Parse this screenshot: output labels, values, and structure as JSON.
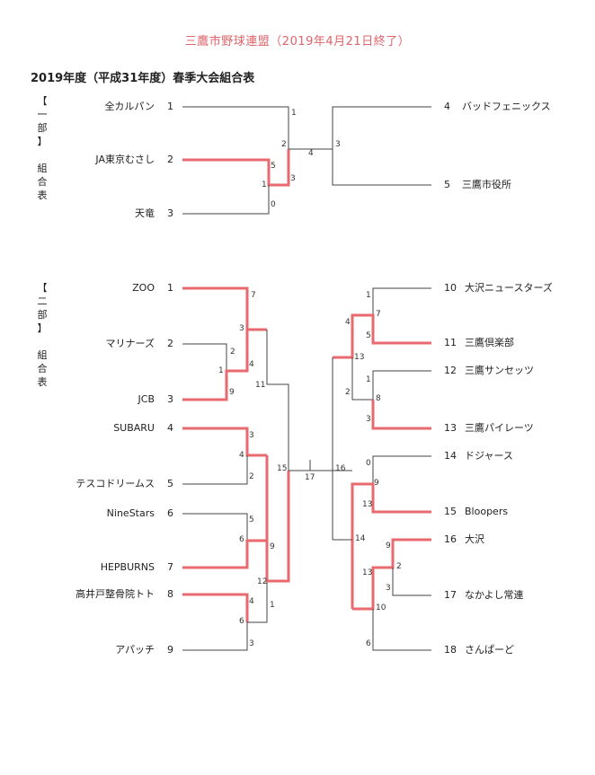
{
  "title": "三鷹市野球連盟（2019年4月21日終了）",
  "subtitle": "2019年度（平成31年度）春季大会組合表",
  "highlight_color": "#e86a6f",
  "div1": {
    "vlabel": [
      "【",
      "一",
      "部",
      "】",
      "",
      "組",
      "合",
      "表"
    ],
    "teams_left": [
      {
        "name": "全カルパン",
        "seed": "1"
      },
      {
        "name": "JA東京むさし",
        "seed": "2"
      },
      {
        "name": "天竜",
        "seed": "3"
      }
    ],
    "teams_right": [
      {
        "name": "バッドフェニックス",
        "seed": "4"
      },
      {
        "name": "三鷹市役所",
        "seed": "5"
      }
    ],
    "scores": [
      "1",
      "2",
      "5",
      "1",
      "3",
      "0",
      "4",
      "3"
    ]
  },
  "div2": {
    "vlabel": [
      "【",
      "二",
      "部",
      "】",
      "",
      "組",
      "合",
      "表"
    ],
    "teams_left": [
      {
        "name": "ZOO",
        "seed": "1"
      },
      {
        "name": "マリナーズ",
        "seed": "2"
      },
      {
        "name": "JCB",
        "seed": "3"
      },
      {
        "name": "SUBARU",
        "seed": "4"
      },
      {
        "name": "テスコドリームス",
        "seed": "5"
      },
      {
        "name": "NineStars",
        "seed": "6"
      },
      {
        "name": "HEPBURNS",
        "seed": "7"
      },
      {
        "name": "高井戸整骨院トト",
        "seed": "8"
      },
      {
        "name": "アパッチ",
        "seed": "9"
      }
    ],
    "teams_right": [
      {
        "name": "大沢ニュースターズ",
        "seed": "10"
      },
      {
        "name": "三鷹倶楽部",
        "seed": "11"
      },
      {
        "name": "三鷹サンセッツ",
        "seed": "12"
      },
      {
        "name": "三鷹パイレーツ",
        "seed": "13"
      },
      {
        "name": "ドジャース",
        "seed": "14"
      },
      {
        "name": "Bloopers",
        "seed": "15"
      },
      {
        "name": "大沢",
        "seed": "16"
      },
      {
        "name": "なかよし常連",
        "seed": "17"
      },
      {
        "name": "さんぱーど",
        "seed": "18"
      }
    ],
    "scores": [
      "7",
      "3",
      "2",
      "1",
      "4",
      "9",
      "11",
      "3",
      "4",
      "2",
      "5",
      "6",
      "9",
      "12",
      "4",
      "6",
      "1",
      "3",
      "15",
      "17",
      "16",
      "1",
      "7",
      "4",
      "5",
      "13",
      "1",
      "8",
      "2",
      "3",
      "0",
      "9",
      "13",
      "14",
      "9",
      "2",
      "3",
      "13",
      "10",
      "6"
    ]
  }
}
